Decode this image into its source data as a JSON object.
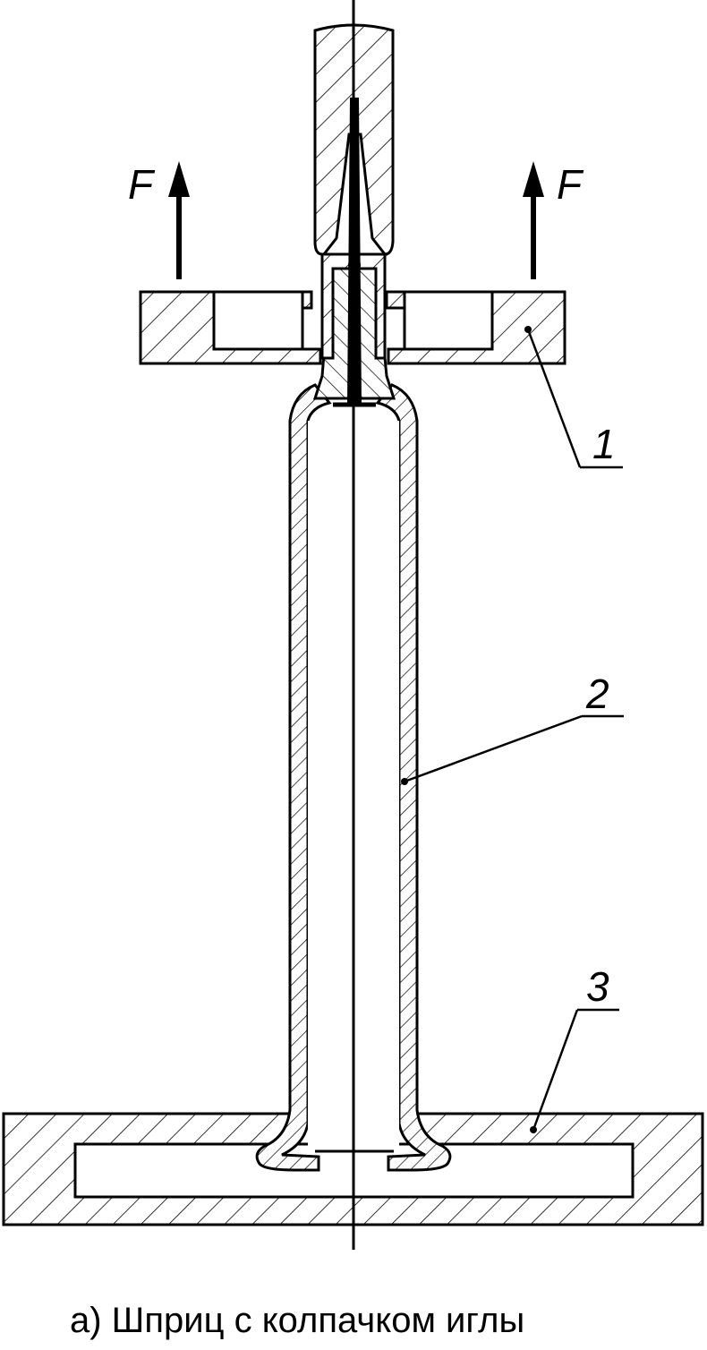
{
  "diagram": {
    "force_labels": [
      "F",
      "F"
    ],
    "callouts": [
      "1",
      "2",
      "3"
    ],
    "caption": "а) Шприц с колпачком иглы"
  },
  "colors": {
    "ink": "#000000",
    "paper": "#ffffff"
  }
}
